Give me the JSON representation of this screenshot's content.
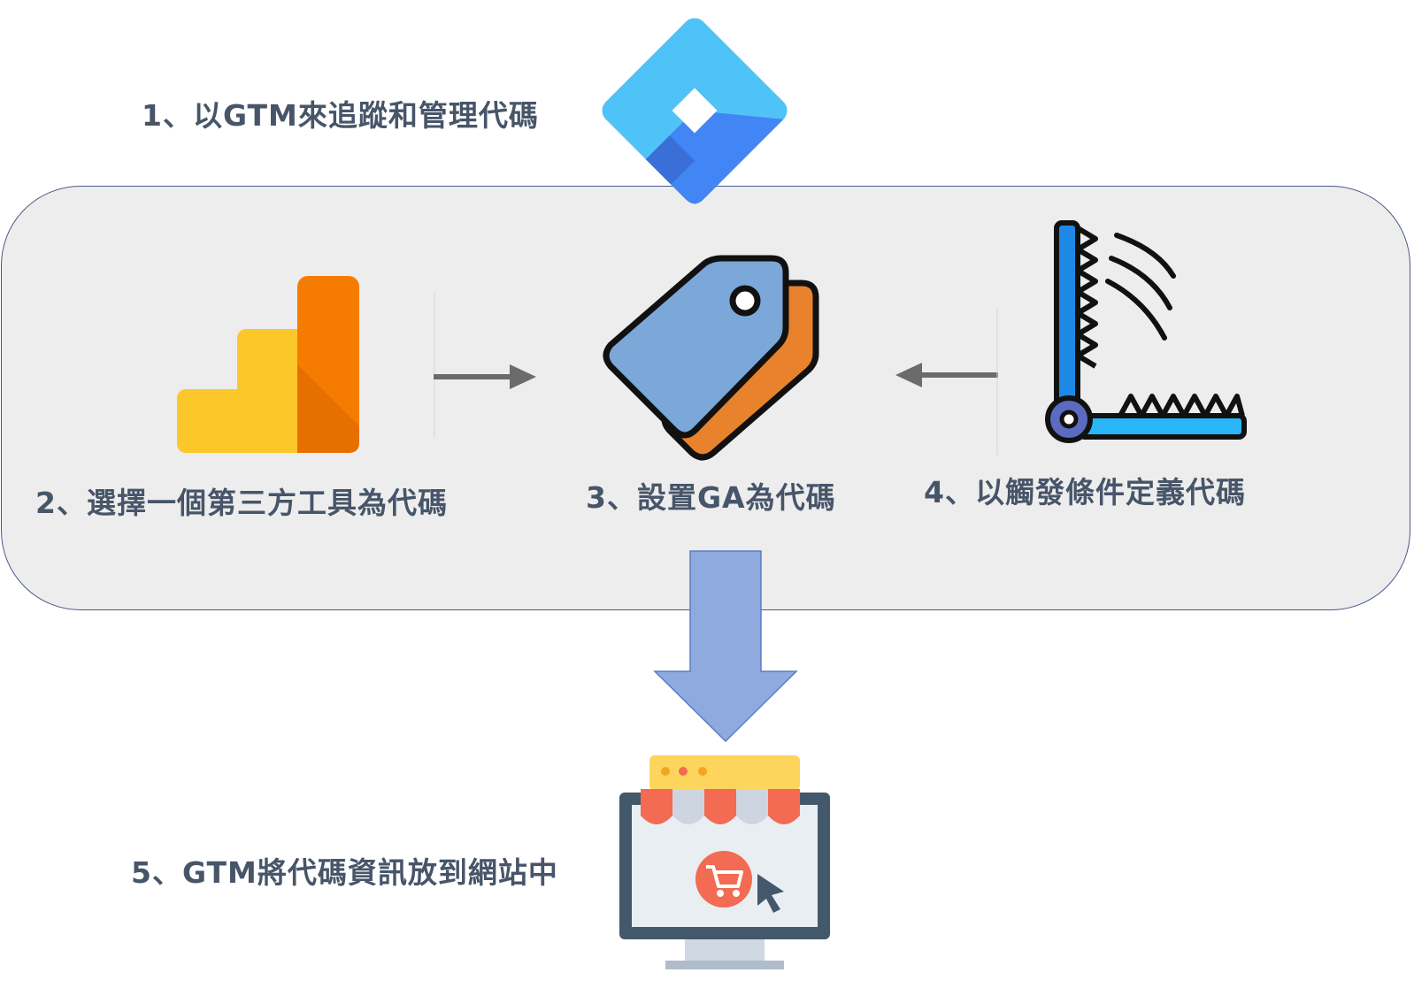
{
  "steps": [
    {
      "label": "1、以GTM來追蹤和管理代碼"
    },
    {
      "label": "2、選擇一個第三方工具為代碼"
    },
    {
      "label": "3、設置GA為代碼"
    },
    {
      "label": "4、以觸發條件定義代碼"
    },
    {
      "label": "5、GTM將代碼資訊放到網站中"
    }
  ],
  "icons": {
    "gtm": "google-tag-manager-logo",
    "analytics": "google-analytics-logo",
    "tag": "tag-icon",
    "trigger": "trap-trigger-icon",
    "store": "online-store-icon"
  },
  "colors": {
    "label_text": "#475569",
    "panel_bg": "#ededed",
    "panel_border": "#4a5a8a",
    "arrow_gray": "#6b6b6b",
    "big_arrow": "#8eaadf",
    "gtm_light": "#4fc3f7",
    "gtm_mid": "#4285f4",
    "gtm_dark": "#3b6fd8",
    "ga_yellow": "#fcc729",
    "ga_orange": "#f57c00",
    "tag_blue": "#7ba7d9",
    "tag_orange": "#e8822c"
  }
}
